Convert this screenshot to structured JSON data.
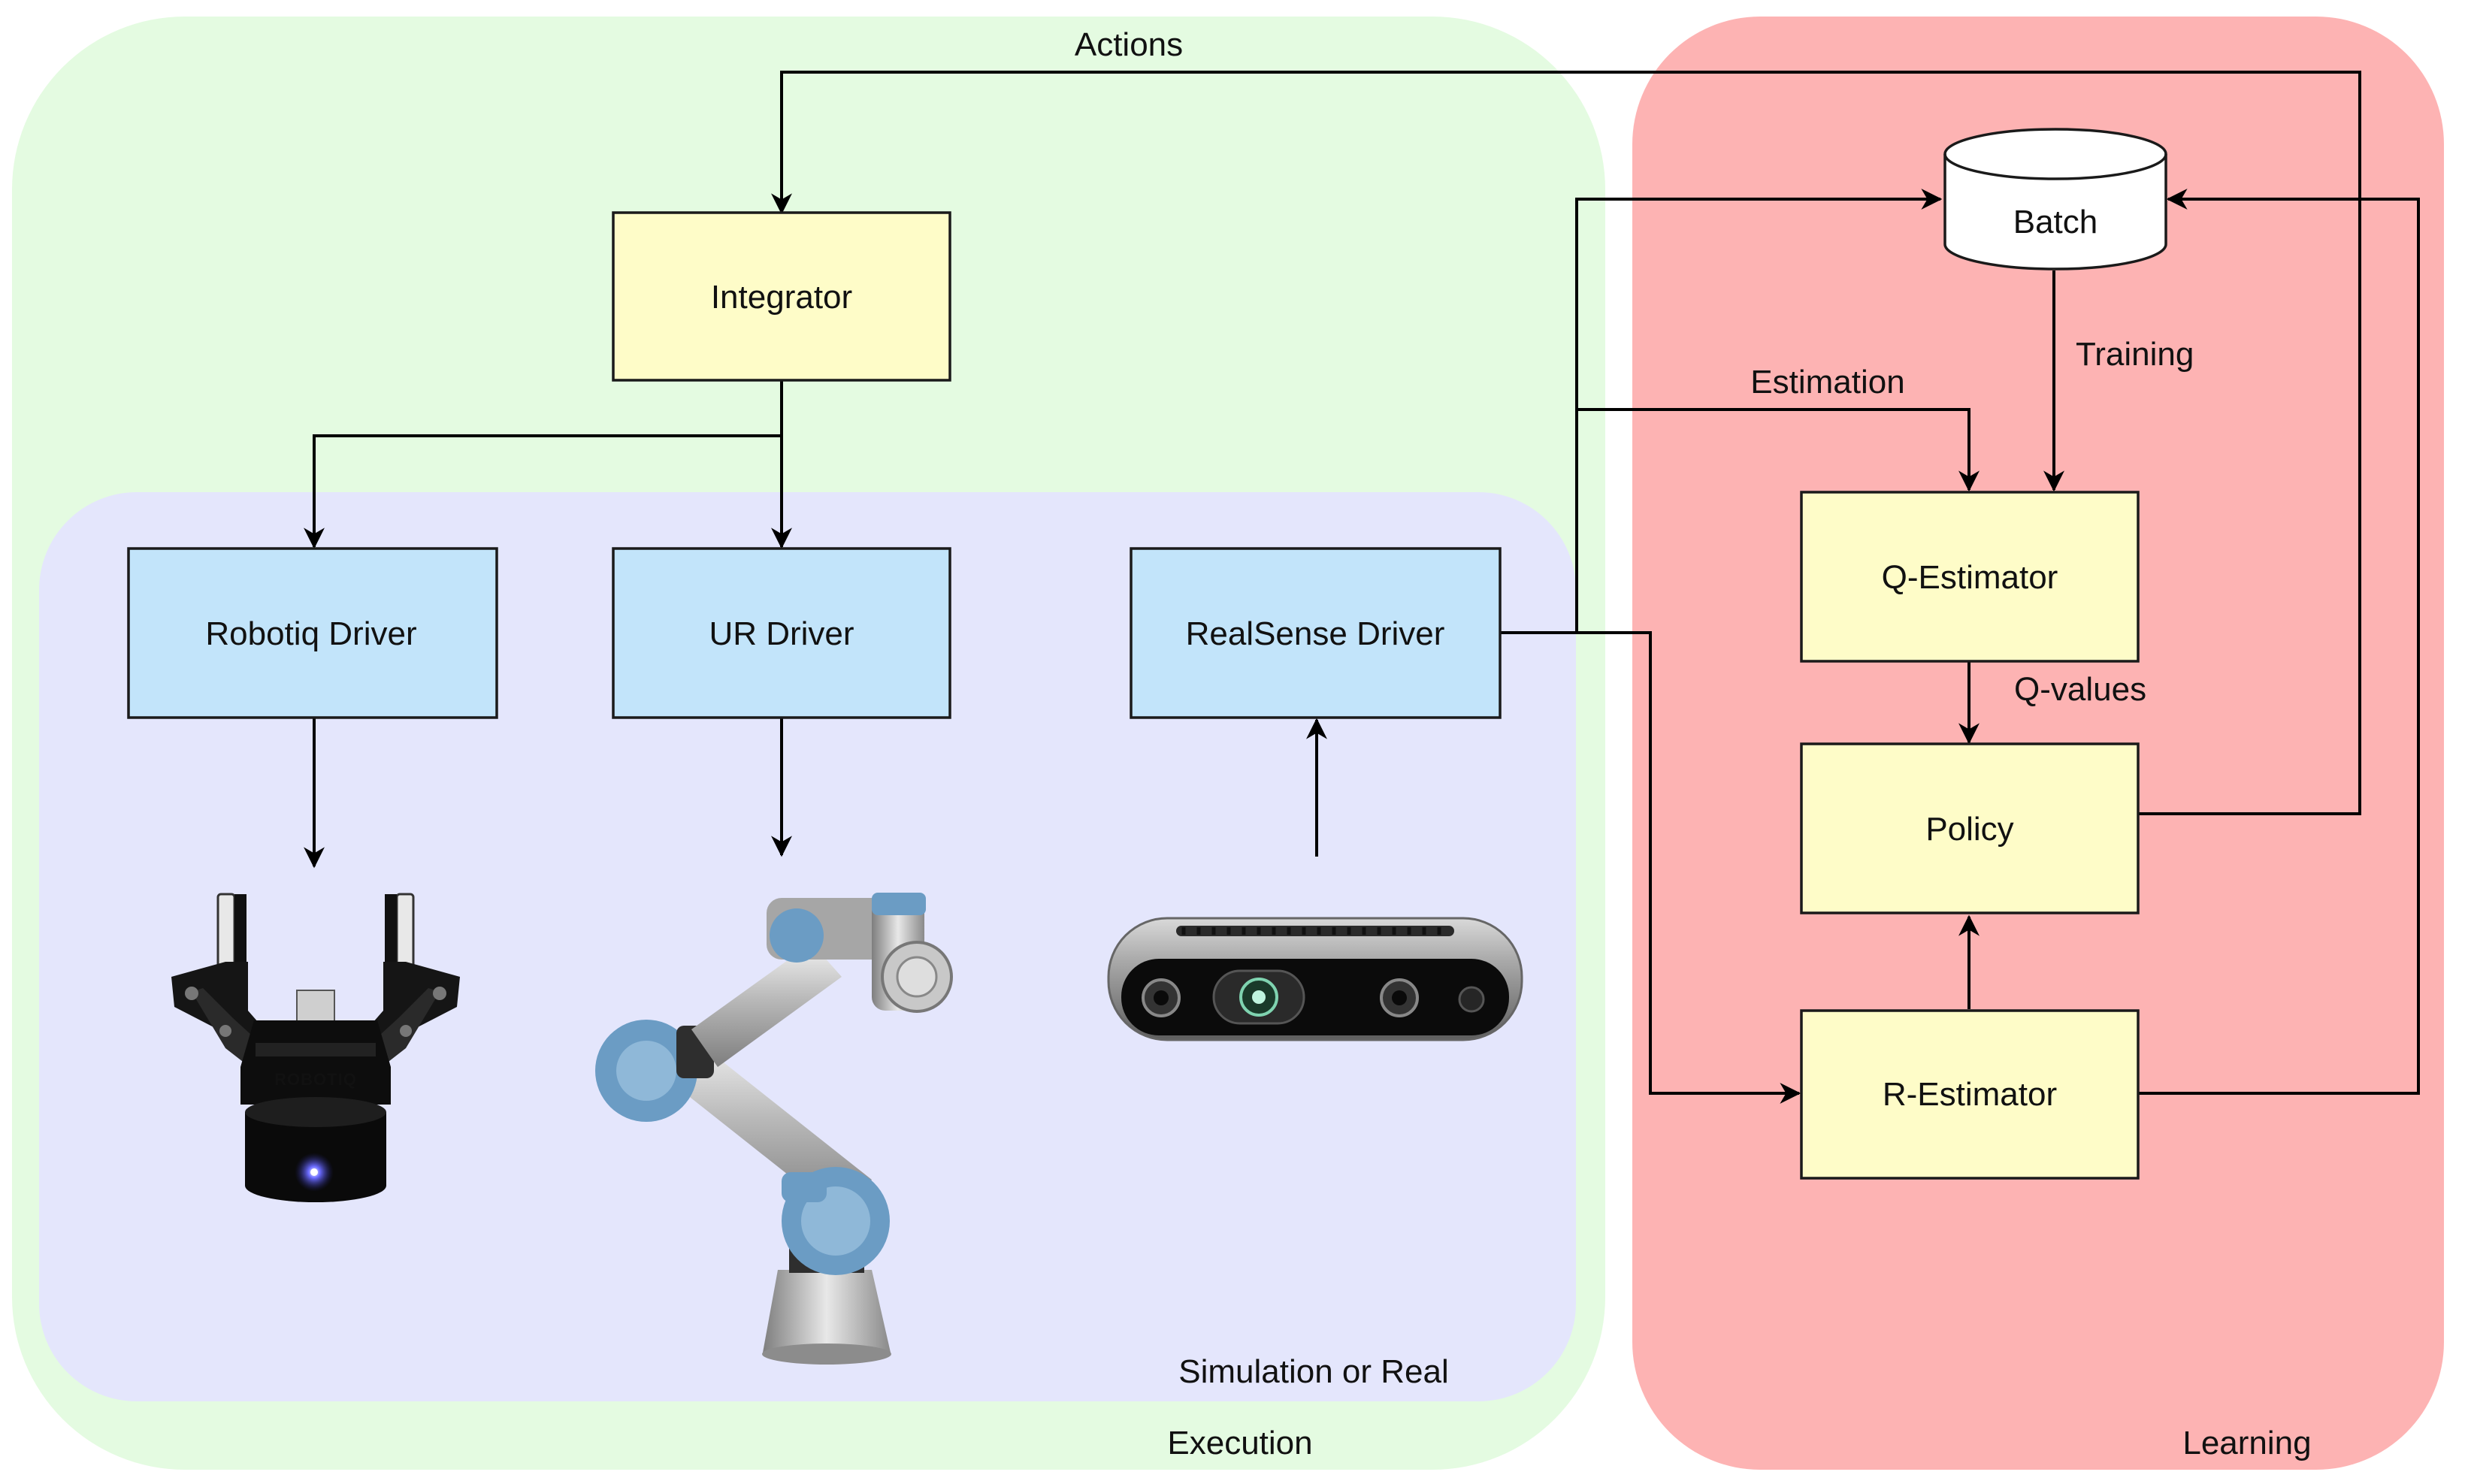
{
  "diagram": {
    "regions": {
      "execution": {
        "label": "Execution",
        "color": "#e4fbe1"
      },
      "simulation": {
        "label": "Simulation or Real",
        "color": "#e4e6fc"
      },
      "learning": {
        "label": "Learning",
        "color": "#fdb3b3"
      }
    },
    "nodes": {
      "integrator": {
        "label": "Integrator",
        "color": "#fefcc8"
      },
      "robotiq_driver": {
        "label": "Robotiq Driver",
        "color": "#c2e4fa"
      },
      "ur_driver": {
        "label": "UR Driver",
        "color": "#c2e4fa"
      },
      "realsense_driver": {
        "label": "RealSense Driver",
        "color": "#c2e4fa"
      },
      "batch": {
        "label": "Batch",
        "color": "#ffffff"
      },
      "q_estimator": {
        "label": "Q-Estimator",
        "color": "#fefcc8"
      },
      "policy": {
        "label": "Policy",
        "color": "#fefcc8"
      },
      "r_estimator": {
        "label": "R-Estimator",
        "color": "#fefcc8"
      }
    },
    "edge_labels": {
      "actions": "Actions",
      "training": "Training",
      "estimation": "Estimation",
      "q_values": "Q-values"
    },
    "images": {
      "gripper": {
        "logo_text": "ROBOTIQ",
        "icon": "robotiq-gripper-icon"
      },
      "robot_arm": {
        "icon": "ur-robot-arm-icon"
      },
      "camera": {
        "icon": "realsense-camera-icon"
      }
    }
  }
}
